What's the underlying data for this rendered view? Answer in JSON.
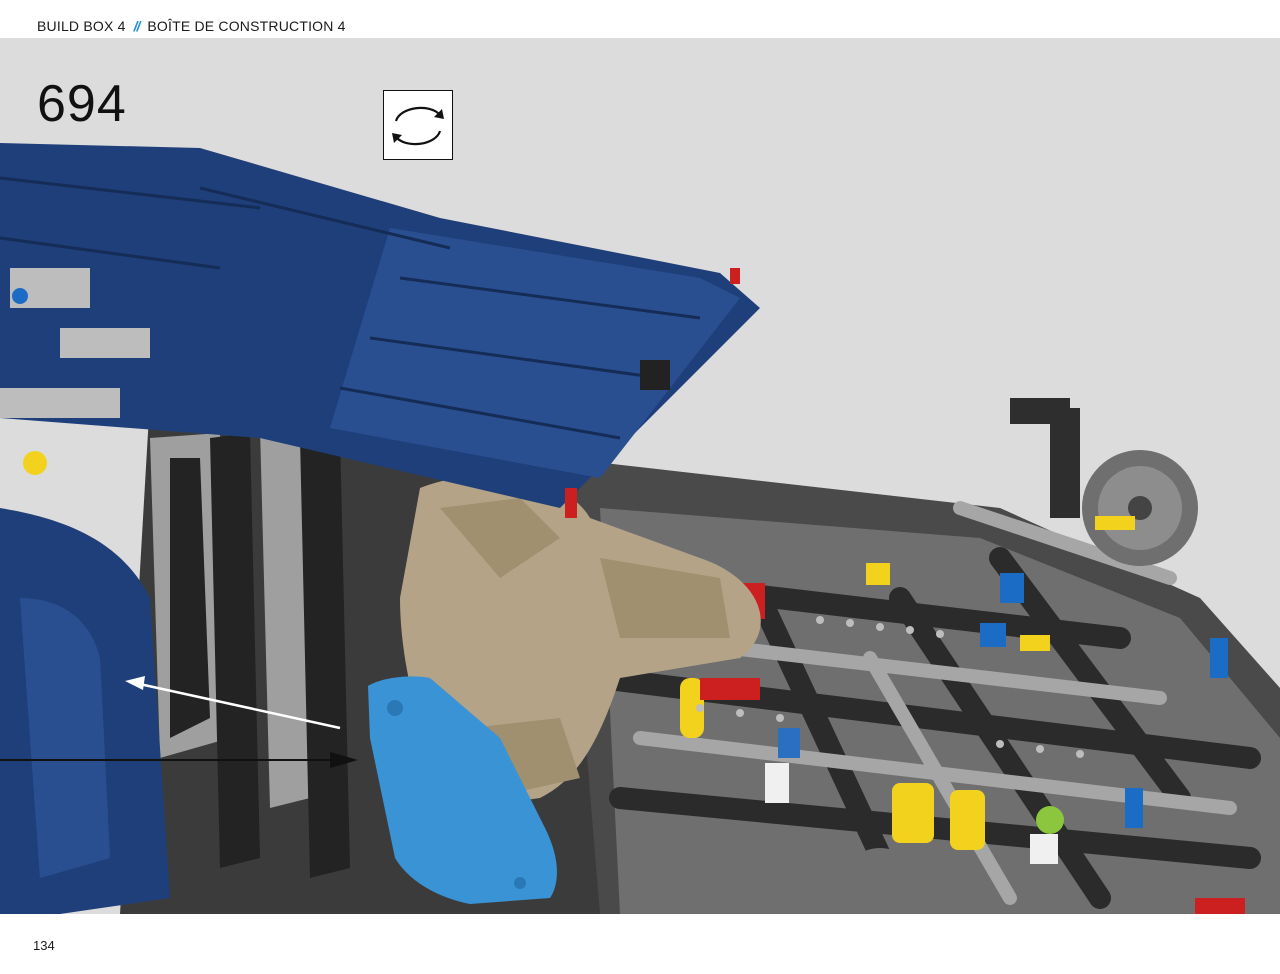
{
  "header": {
    "left_text": "BUILD BOX 4",
    "separator": "//",
    "right_text": "BOÎTE DE CONSTRUCTION 4"
  },
  "step": {
    "number": "694",
    "rotate_icon": "rotate-model-icon"
  },
  "illustration": {
    "subject": "lego-technic-chassis-with-seat-and-blue-body-panel",
    "colors": {
      "body_blue": "#1f3f7a",
      "panel_light_blue": "#3a93d4",
      "beam_dark": "#3a3a3a",
      "beam_grey": "#a9a9a9",
      "seat_tan": "#b5a387",
      "accent_yellow": "#f2d21c",
      "accent_red": "#cc1f1f",
      "background": "#dcdcdc"
    }
  },
  "footer": {
    "page_number": "134"
  }
}
